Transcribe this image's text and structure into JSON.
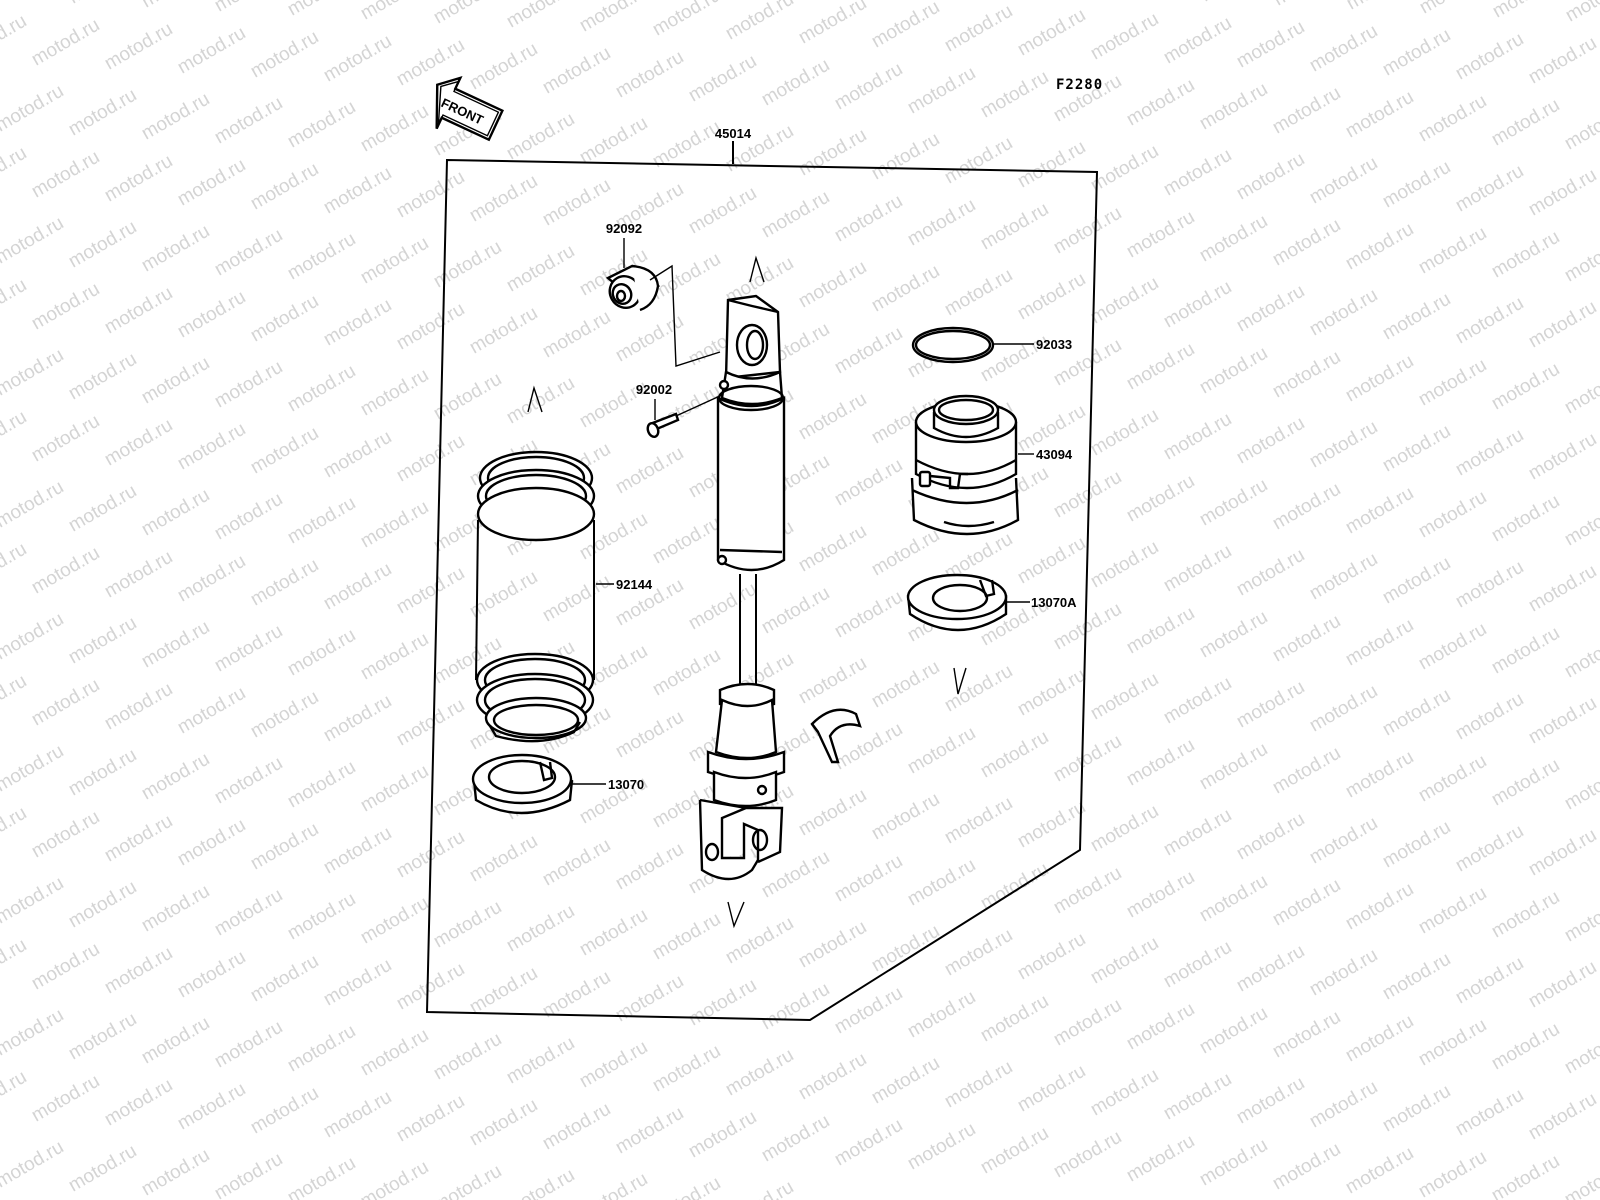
{
  "diagram": {
    "code": "F2280",
    "front_label": "FRONT",
    "watermark": "motod.ru",
    "labels": {
      "assembly": "45014",
      "cap": "92092",
      "bolt": "92002",
      "spring": "92144",
      "seat_lower": "13070",
      "circlip": "92033",
      "adjuster": "43094",
      "seat_upper": "13070A"
    }
  }
}
